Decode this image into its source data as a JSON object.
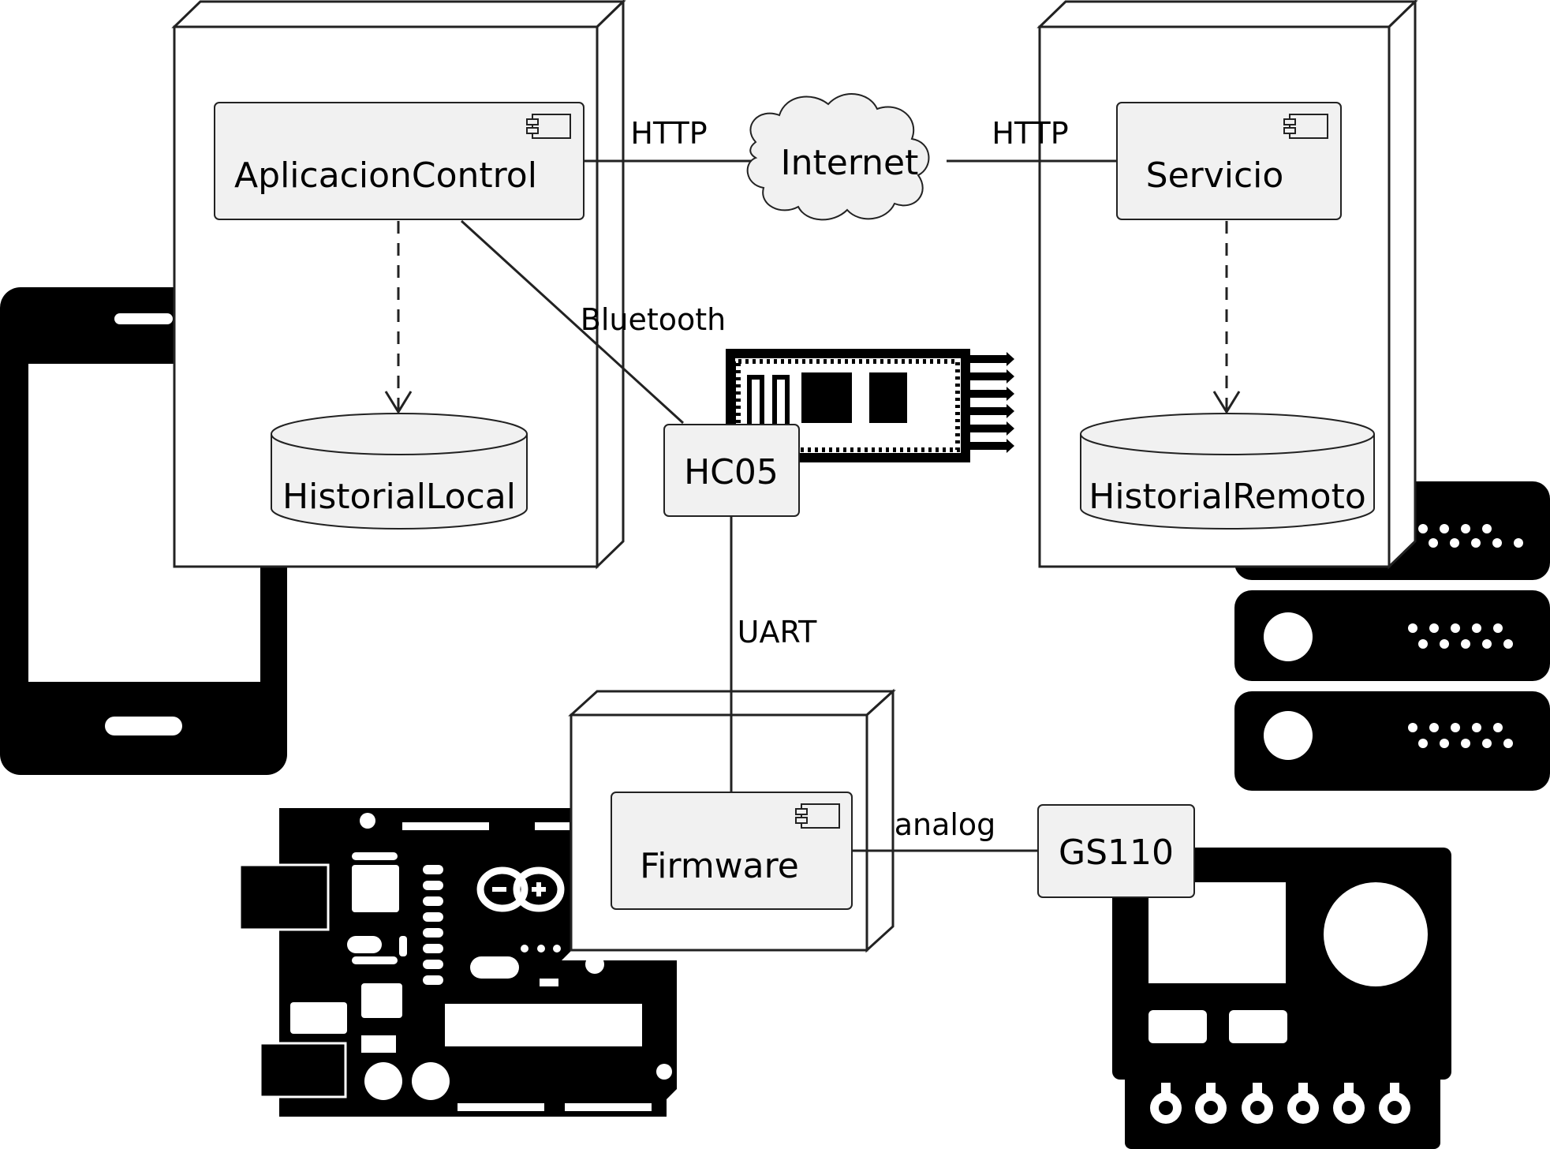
{
  "components": {
    "app": {
      "label": "AplicacionControl"
    },
    "servicio": {
      "label": "Servicio"
    },
    "firmware": {
      "label": "Firmware"
    }
  },
  "databases": {
    "local": {
      "label": "HistorialLocal"
    },
    "remote": {
      "label": "HistorialRemoto"
    }
  },
  "cloud": {
    "label": "Internet"
  },
  "boxes": {
    "hc05": {
      "label": "HC05"
    },
    "gs110": {
      "label": "GS110"
    }
  },
  "edges": {
    "http_left": "HTTP",
    "http_right": "HTTP",
    "bluetooth": "Bluetooth",
    "uart": "UART",
    "analog": "analog"
  },
  "icons": [
    "smartphone-icon",
    "server-rack-icon",
    "bluetooth-module-icon",
    "arduino-board-icon",
    "sensor-panel-icon"
  ]
}
